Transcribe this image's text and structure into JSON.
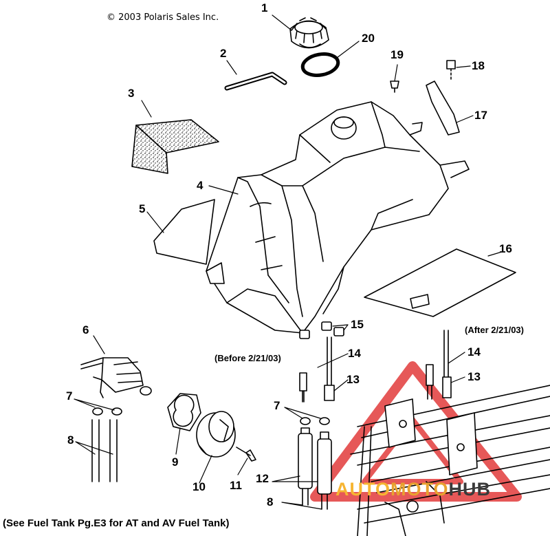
{
  "copyright": "© 2003 Polaris Sales Inc.",
  "footer_note": "(See Fuel Tank Pg.E3 for AT and AV Fuel Tank)",
  "notes": {
    "before": "(Before 2/21/03)",
    "after": "(After 2/21/03)"
  },
  "callouts": {
    "c1": "1",
    "c2": "2",
    "c3": "3",
    "c4": "4",
    "c5": "5",
    "c6": "6",
    "c7a": "7",
    "c7b": "7",
    "c8a": "8",
    "c8b": "8",
    "c9": "9",
    "c10": "10",
    "c11": "11",
    "c12": "12",
    "c13a": "13",
    "c13b": "13",
    "c14a": "14",
    "c14b": "14",
    "c15": "15",
    "c16": "16",
    "c17": "17",
    "c18": "18",
    "c19": "19",
    "c20": "20"
  },
  "watermark": {
    "part1": "AUTO",
    "part2": "MOTO",
    "part3": "HUB",
    "colors": {
      "triangle": "#e23b3b",
      "auto": "#f6b532",
      "moto": "#e8a12f",
      "hub": "#3a3a3a"
    }
  }
}
